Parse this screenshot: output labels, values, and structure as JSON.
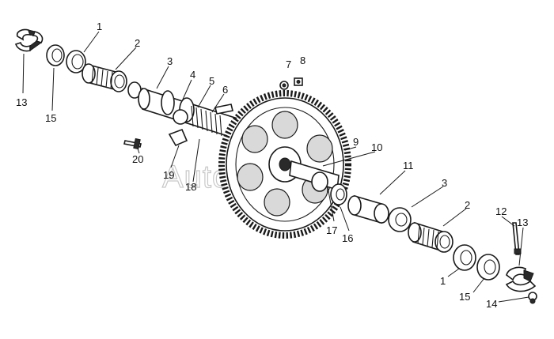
{
  "watermark": "AutoSoft",
  "callouts": [
    {
      "id": "c1a",
      "text": "1"
    },
    {
      "id": "c2a",
      "text": "2"
    },
    {
      "id": "c3a",
      "text": "3"
    },
    {
      "id": "c4",
      "text": "4"
    },
    {
      "id": "c5",
      "text": "5"
    },
    {
      "id": "c6",
      "text": "6"
    },
    {
      "id": "c7",
      "text": "7"
    },
    {
      "id": "c8",
      "text": "8"
    },
    {
      "id": "c9",
      "text": "9"
    },
    {
      "id": "c10",
      "text": "10"
    },
    {
      "id": "c11",
      "text": "11"
    },
    {
      "id": "c3b",
      "text": "3"
    },
    {
      "id": "c2b",
      "text": "2"
    },
    {
      "id": "c12",
      "text": "12"
    },
    {
      "id": "c13b",
      "text": "13"
    },
    {
      "id": "c1b",
      "text": "1"
    },
    {
      "id": "c15b",
      "text": "15"
    },
    {
      "id": "c14",
      "text": "14"
    },
    {
      "id": "c13a",
      "text": "13"
    },
    {
      "id": "c15a",
      "text": "15"
    },
    {
      "id": "c20",
      "text": "20"
    },
    {
      "id": "c19",
      "text": "19"
    },
    {
      "id": "c18",
      "text": "18"
    },
    {
      "id": "c17",
      "text": "17"
    },
    {
      "id": "c16",
      "text": "16"
    }
  ]
}
